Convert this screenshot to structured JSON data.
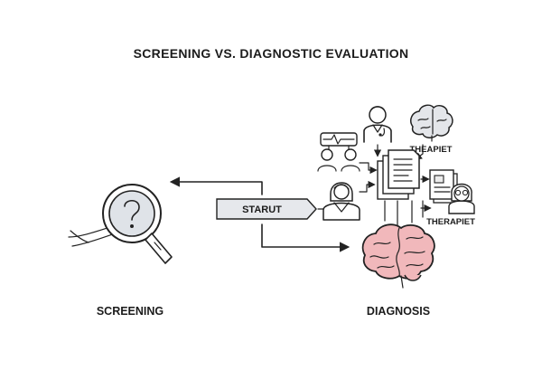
{
  "title": "SCREENING VS. DIAGNOSTIC EVALUATION",
  "start_label": "STARUT",
  "screening_label": "SCREENING",
  "diagnosis_label": "DIAGNOSIS",
  "therapist_top_label": "THEAPIET",
  "therapist_right_label": "THERAPIET",
  "colors": {
    "brain_fill": "#f1b8bb",
    "stroke": "#222222",
    "doc_fill": "#ececec",
    "start_fill": "#e6e8ec"
  }
}
